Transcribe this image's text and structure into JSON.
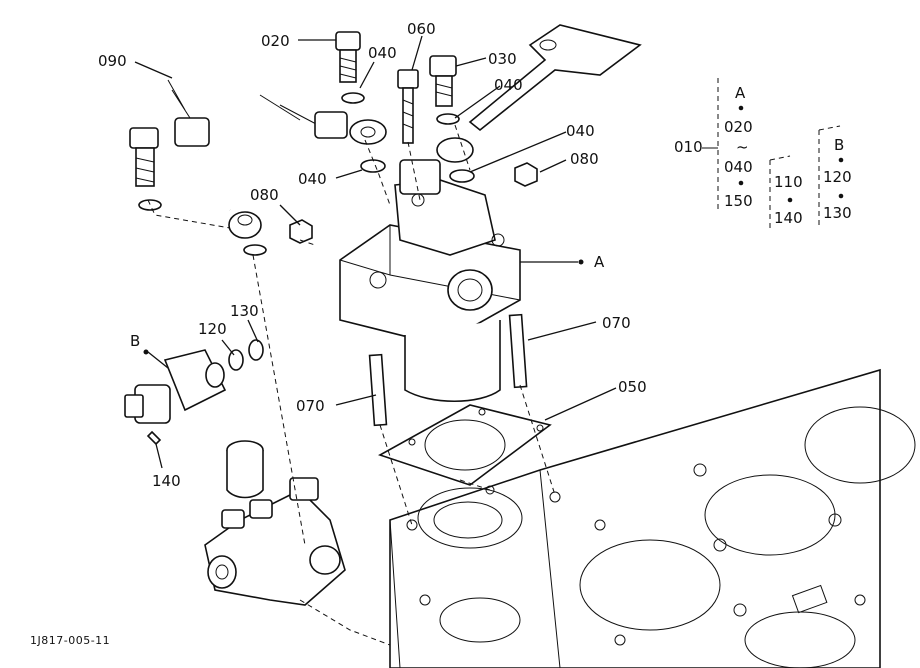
{
  "labels": {
    "l020": "020",
    "l040a": "040",
    "l060": "060",
    "l030": "030",
    "l090": "090",
    "l040b": "040",
    "l040c": "040",
    "l040d": "040",
    "l080a": "080",
    "l080b": "080",
    "lA": "A",
    "l070a": "070",
    "l070b": "070",
    "l050": "050",
    "l130": "130",
    "l120": "120",
    "lB": "B",
    "l140": "140"
  },
  "legend": {
    "main": "010",
    "groupA": {
      "title": "A",
      "items": [
        "020",
        "~",
        "040",
        "150"
      ]
    },
    "groupMid": {
      "items": [
        "110",
        "140"
      ]
    },
    "groupB": {
      "title": "B",
      "items": [
        "120",
        "130"
      ]
    }
  },
  "figure_code": "1J817-005-11"
}
